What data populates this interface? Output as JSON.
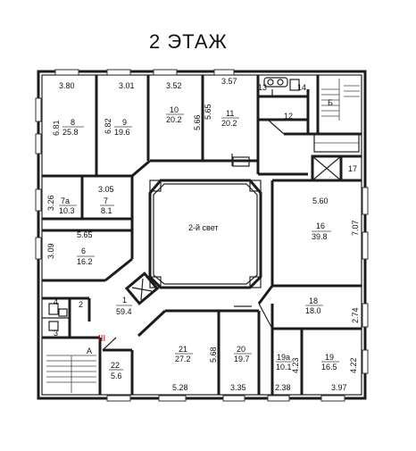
{
  "floor_title": "2 ЭТАЖ",
  "atrium_label": "2-й свет",
  "stair_labels": {
    "a": "А",
    "b": "Б",
    "roman": "III"
  },
  "rooms": [
    {
      "num": "8",
      "area": "25.8",
      "w": "3.80",
      "h": "6.81"
    },
    {
      "num": "9",
      "area": "19.6",
      "w": "3.01",
      "h": "6.82"
    },
    {
      "num": "10",
      "area": "20.2",
      "w": "3.52",
      "h": "5.66"
    },
    {
      "num": "11",
      "area": "20.2",
      "w": "3.57",
      "h": "5.65"
    },
    {
      "num": "12"
    },
    {
      "num": "13"
    },
    {
      "num": "14"
    },
    {
      "num": "17"
    },
    {
      "num": "7а",
      "area": "10.3",
      "h": "3.26"
    },
    {
      "num": "7",
      "area": "8.1",
      "w": "3.05"
    },
    {
      "num": "6",
      "area": "16.2",
      "w": "5.65",
      "h": "3.09"
    },
    {
      "num": "16",
      "area": "39.8",
      "w": "5.60",
      "h": "7.07"
    },
    {
      "num": "1",
      "area": "59.4"
    },
    {
      "num": "18",
      "area": "18.0",
      "h": "2.74"
    },
    {
      "num": "2"
    },
    {
      "num": "3"
    },
    {
      "num": "4"
    },
    {
      "num": "21",
      "area": "27.2",
      "w": "5.28",
      "h": "5.68"
    },
    {
      "num": "20",
      "area": "19.7",
      "w": "3.35"
    },
    {
      "num": "19а",
      "area": "10.1",
      "w": "2.38",
      "h": "4.23"
    },
    {
      "num": "19",
      "area": "16.5",
      "w": "3.97",
      "h": "4.22"
    },
    {
      "num": "22",
      "area": "5.6"
    }
  ]
}
